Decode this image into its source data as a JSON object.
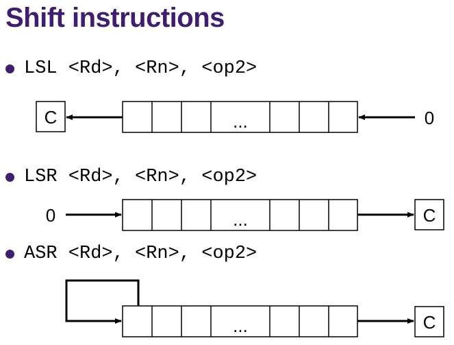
{
  "slide": {
    "title": "Shift instructions"
  },
  "instructions": [
    {
      "syntax": "LSL <Rd>, <Rn>, <op2>",
      "carry_label": "C",
      "input_label": "0",
      "ellipsis": "..."
    },
    {
      "syntax": "LSR <Rd>, <Rn>, <op2>",
      "carry_label": "C",
      "input_label": "0",
      "ellipsis": "..."
    },
    {
      "syntax": "ASR <Rd>, <Rn>, <op2>",
      "carry_label": "C",
      "ellipsis": "..."
    }
  ],
  "colors": {
    "title": "#3f1d70",
    "bullet": "#3f1d70",
    "line": "#000000"
  }
}
